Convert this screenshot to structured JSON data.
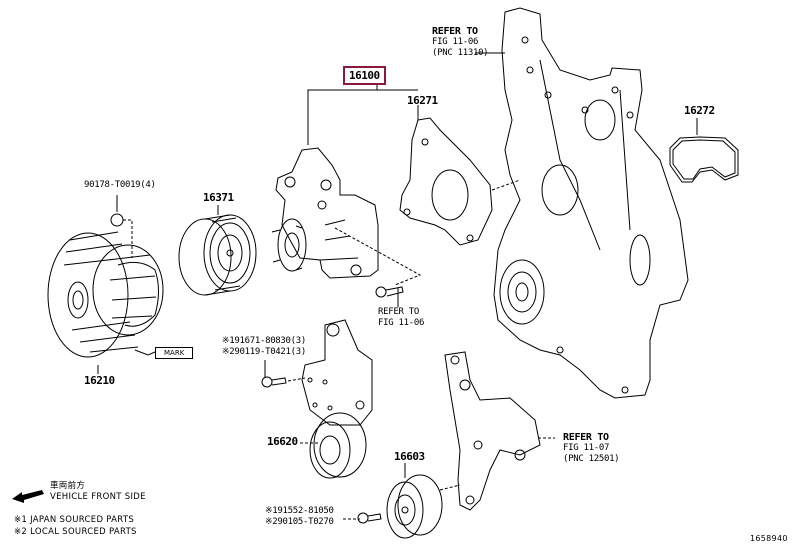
{
  "diagram": {
    "highlighted_part": "16100",
    "highlight_color": "#8b1a3a",
    "part_numbers": {
      "water_pump_assy": "16100",
      "water_pump_gasket": "16271",
      "cover_gasket": "16272",
      "fan_pulley": "16371",
      "fluid_coupling": "16210",
      "tensioner": "16620",
      "idler_pulley": "16603",
      "nut": "90178-T0019(4)"
    },
    "bolt_refs": {
      "tensioner_bolt_1": "※191671-80830(3)",
      "tensioner_bolt_2": "※290119-T0421(3)",
      "idler_bolt_1": "※191552-81050",
      "idler_bolt_2": "※290105-T0270"
    },
    "refer_notes": {
      "timing_cover": {
        "line1": "REFER TO",
        "line2": "FIG 11-06",
        "line3": "(PNC 11310)"
      },
      "pump_bolt": {
        "line1": "REFER TO",
        "line2": "FIG 11-06"
      },
      "bracket": {
        "line1": "REFER TO",
        "line2": "FIG 11-07",
        "line3": "(PNC 12501)"
      }
    },
    "mark_label": "MARK",
    "legend": {
      "front_jp": "車両前方",
      "front_en": "VEHICLE FRONT SIDE",
      "note1": "※1 JAPAN SOURCED PARTS",
      "note2": "※2 LOCAL SOURCED PARTS"
    },
    "figure_id": "1658940"
  }
}
